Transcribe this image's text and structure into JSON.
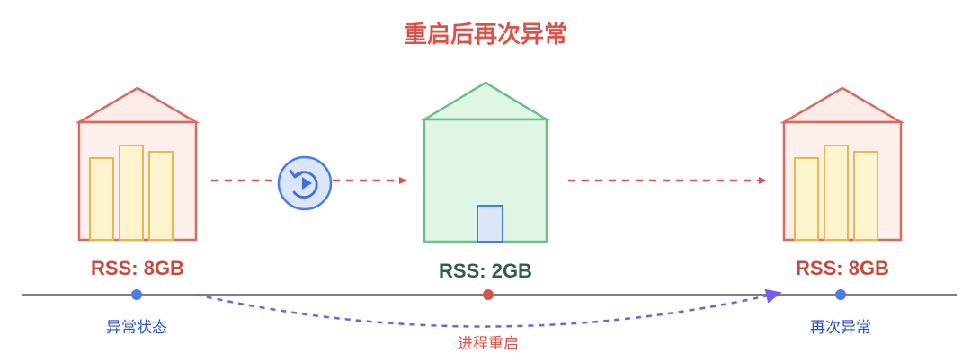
{
  "title": "重启后再次异常",
  "left_house": {
    "rss": "RSS: 8GB"
  },
  "center_house": {
    "rss": "RSS: 2GB"
  },
  "right_house": {
    "rss": "RSS: 8GB"
  },
  "timeline": {
    "left_label": "异常状态",
    "center_label": "进程重启",
    "right_label": "再次异常"
  },
  "colors": {
    "red": "#d9534a",
    "green": "#6bbf8a",
    "blue": "#4a7be8",
    "purple": "#7a5ce8",
    "bar_fill": "#fdf4cf",
    "bar_stroke": "#e8b84a"
  }
}
